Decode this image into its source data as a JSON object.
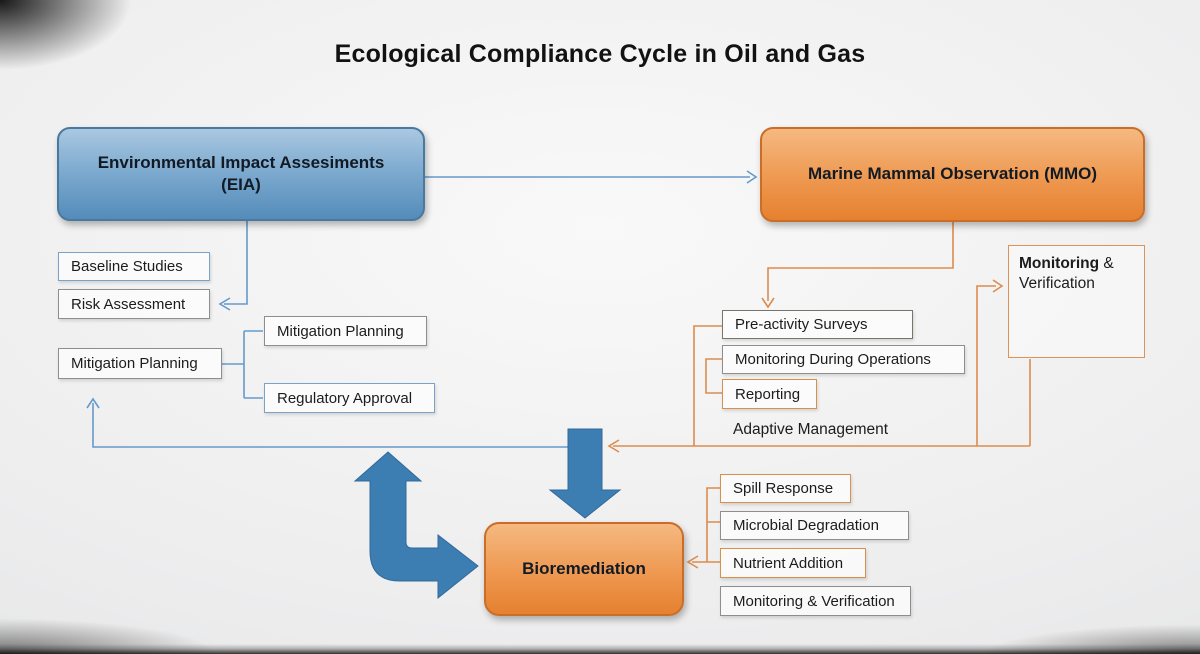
{
  "title": "Ecological Compliance Cycle in Oil and Gas",
  "colors": {
    "background": "#ededee",
    "blue_box_top": "#aac8e1",
    "blue_box_bottom": "#548cba",
    "blue_box_border": "#49799e",
    "orange_box_top": "#f5b981",
    "orange_box_bottom": "#e5812f",
    "orange_box_border": "#c96d29",
    "thin_blue_line": "#6699cc",
    "thin_orange_line": "#dd8c4d",
    "thick_arrow": "#3c7db2",
    "title_text": "#121212"
  },
  "nodes": {
    "eia": {
      "label": "Environmental Impact Assesiments",
      "sublabel": "(EIA)"
    },
    "mmo": {
      "label": "Marine Mammal Observation (MMO)"
    },
    "baseline_studies": {
      "label": "Baseline Studies"
    },
    "risk_assessment": {
      "label": "Risk Assessment"
    },
    "mitigation_planning_left": {
      "label": "Mitigation Planning"
    },
    "mitigation_planning_right": {
      "label": "Mitigation Planning"
    },
    "regulatory_approval": {
      "label": "Regulatory Approval"
    },
    "pre_activity_surveys": {
      "label": "Pre-activity Surveys"
    },
    "monitoring_during_operations": {
      "label": "Monitoring During Operations"
    },
    "reporting": {
      "label": "Reporting"
    },
    "adaptive_management": {
      "label": "Adaptive Management"
    },
    "monitoring_verification_box": {
      "label_bold": "Monitoring",
      "label_suffix": " &",
      "label_line2": "Verification"
    },
    "bioremediation": {
      "label": "Bioremediation"
    },
    "spill_response": {
      "label": "Spill Response"
    },
    "microbial_degradation": {
      "label": "Microbial Degradation"
    },
    "nutrient_addition": {
      "label": "Nutrient Addition"
    },
    "monitoring_verification_small": {
      "label": "Monitoring & Verification"
    }
  }
}
